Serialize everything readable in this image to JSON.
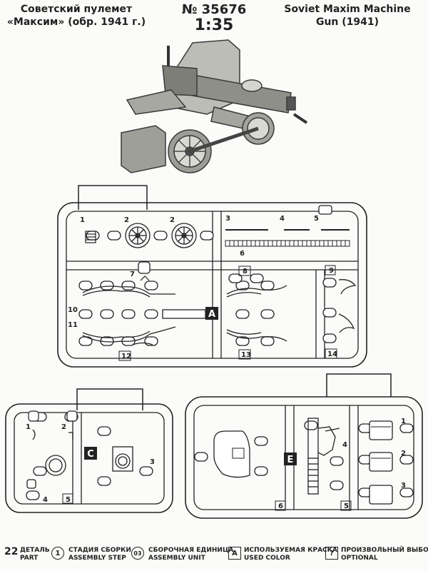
{
  "header": {
    "title_ru_line1": "Советский пулемет",
    "title_ru_line2": "«Максим» (обр. 1941 г.)",
    "catalog_number": "№ 35676",
    "scale": "1:35",
    "title_en_line1": "Soviet Maxim Machine",
    "title_en_line2": "Gun (1941)"
  },
  "sprue_a": {
    "letter": "A",
    "part_numbers": [
      "1",
      "2",
      "2",
      "3",
      "4",
      "5",
      "6",
      "7",
      "8",
      "9",
      "10",
      "11",
      "12",
      "13",
      "14"
    ]
  },
  "sprue_c": {
    "letter": "C",
    "part_numbers": [
      "1",
      "2",
      "3",
      "4",
      "5"
    ]
  },
  "sprue_e": {
    "letter": "E",
    "part_numbers": [
      "1",
      "2",
      "3",
      "4",
      "5",
      "6"
    ]
  },
  "legend": {
    "page_number": "22",
    "part_ru": "ДЕТАЛЬ",
    "part_en": "PART",
    "step_symbol": "1",
    "step_ru": "СТАДИЯ СБОРКИ",
    "step_en": "ASSEMBLY STEP",
    "unit_symbol": "03",
    "unit_ru": "СБОРОЧНАЯ ЕДИНИЦА",
    "unit_en": "ASSEMBLY UNIT",
    "color_symbol": "A",
    "color_ru": "ИСПОЛЬЗУЕМАЯ КРАСКА",
    "color_en": "USED COLOR",
    "optional_symbol": "?",
    "optional_ru": "ПРОИЗВОЛЬНЫЙ ВЫБОР",
    "optional_en": "OPTIONAL"
  }
}
